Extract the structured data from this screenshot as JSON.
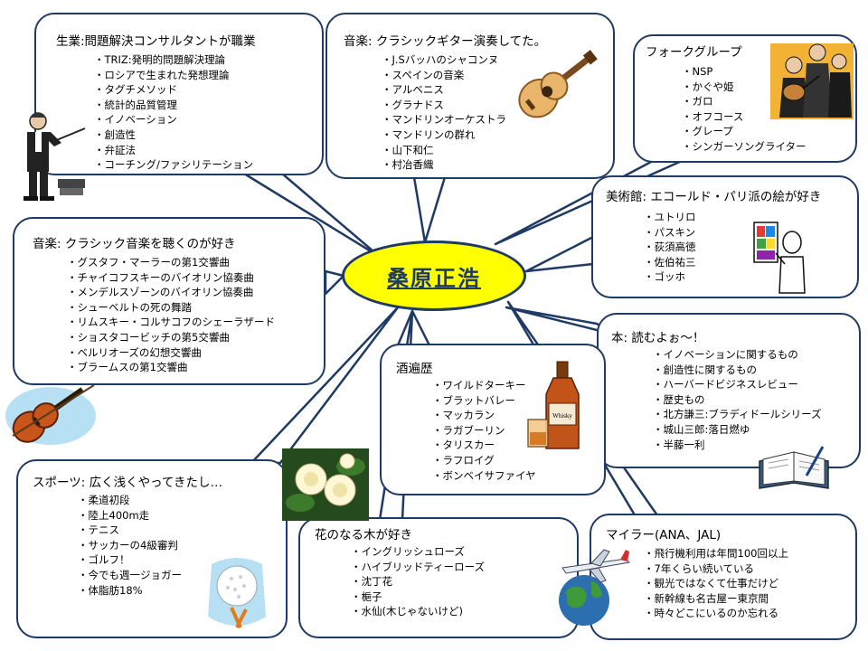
{
  "center": {
    "name": "桑原正浩"
  },
  "bubbles": {
    "work": {
      "title": "生業:問題解決コンサルタントが職業",
      "items": [
        "TRIZ:発明的問題解決理論",
        "ロシアで生まれた発想理論",
        "タグチメソッド",
        "統計的品質管理",
        "イノベーション",
        "創造性",
        "弁証法",
        "コーチング/ファシリテーション"
      ]
    },
    "guitar": {
      "title": "音楽: クラシックギター演奏してた。",
      "items": [
        "J.Sバッハのシャコンヌ",
        "スペインの音楽",
        "アルベニス",
        "グラナドス",
        "マンドリンオーケストラ",
        "マンドリンの群れ",
        "山下和仁",
        "村冶香織"
      ]
    },
    "folk": {
      "title": "フォークグループ",
      "items": [
        "NSP",
        "かぐや姫",
        "ガロ",
        "オフコース",
        "グレープ",
        "シンガーソングライター"
      ]
    },
    "museum": {
      "title": "美術館: エコールド・パリ派の絵が好き",
      "items": [
        "ユトリロ",
        "パスキン",
        "荻須高徳",
        "佐伯祐三",
        "ゴッホ"
      ]
    },
    "classical": {
      "title": "音楽: クラシック音楽を聴くのが好き",
      "items": [
        "グスタフ・マーラーの第1交響曲",
        "チャイコフスキーのバイオリン協奏曲",
        "メンデルスゾーンのバイオリン協奏曲",
        "シューベルトの死の舞踏",
        "リムスキー・コルサコフのシェーラザード",
        "ショスタコービッチの第5交響曲",
        "ベルリオーズの幻想交響曲",
        "ブラームスの第1交響曲"
      ]
    },
    "books": {
      "title": "本: 読むよぉ～！",
      "items": [
        "イノベーションに関するもの",
        "創造性に関するもの",
        "ハーバードビジネスレビュー",
        "歴史もの",
        "北方謙三:ブラディドールシリーズ",
        "城山三郎:落日燃ゆ",
        "半藤一利"
      ]
    },
    "drinks": {
      "title": "酒遍歴",
      "items": [
        "ワイルドターキー",
        "ブラットバレー",
        "マッカラン",
        "ラガブーリン",
        "タリスカー",
        "ラフロイグ",
        "ボンベイサファイヤ"
      ]
    },
    "sports": {
      "title": "スポーツ: 広く浅くやってきたし…",
      "items": [
        "柔道初段",
        "陸上400m走",
        "テニス",
        "サッカーの4級審判",
        "ゴルフ！",
        "今でも週一ジョガー",
        "体脂肪18%"
      ]
    },
    "flowers": {
      "title": "花のなる木が好き",
      "items": [
        "イングリッシュローズ",
        "ハイブリッドティーローズ",
        "沈丁花",
        "梔子",
        "水仙(木じゃないけど)"
      ]
    },
    "miler": {
      "title": "マイラー(ANA、JAL)",
      "items": [
        "飛行機利用は年間100回以上",
        "7年くらい続いている",
        "観光ではなくて仕事だけど",
        "新幹線も名古屋ー東京間",
        "時々どこにいるのか忘れる"
      ]
    }
  },
  "art": {
    "bottle_label": "Whisky"
  },
  "colors": {
    "outline": "#1f3a63",
    "center_fill": "#ffff00"
  }
}
